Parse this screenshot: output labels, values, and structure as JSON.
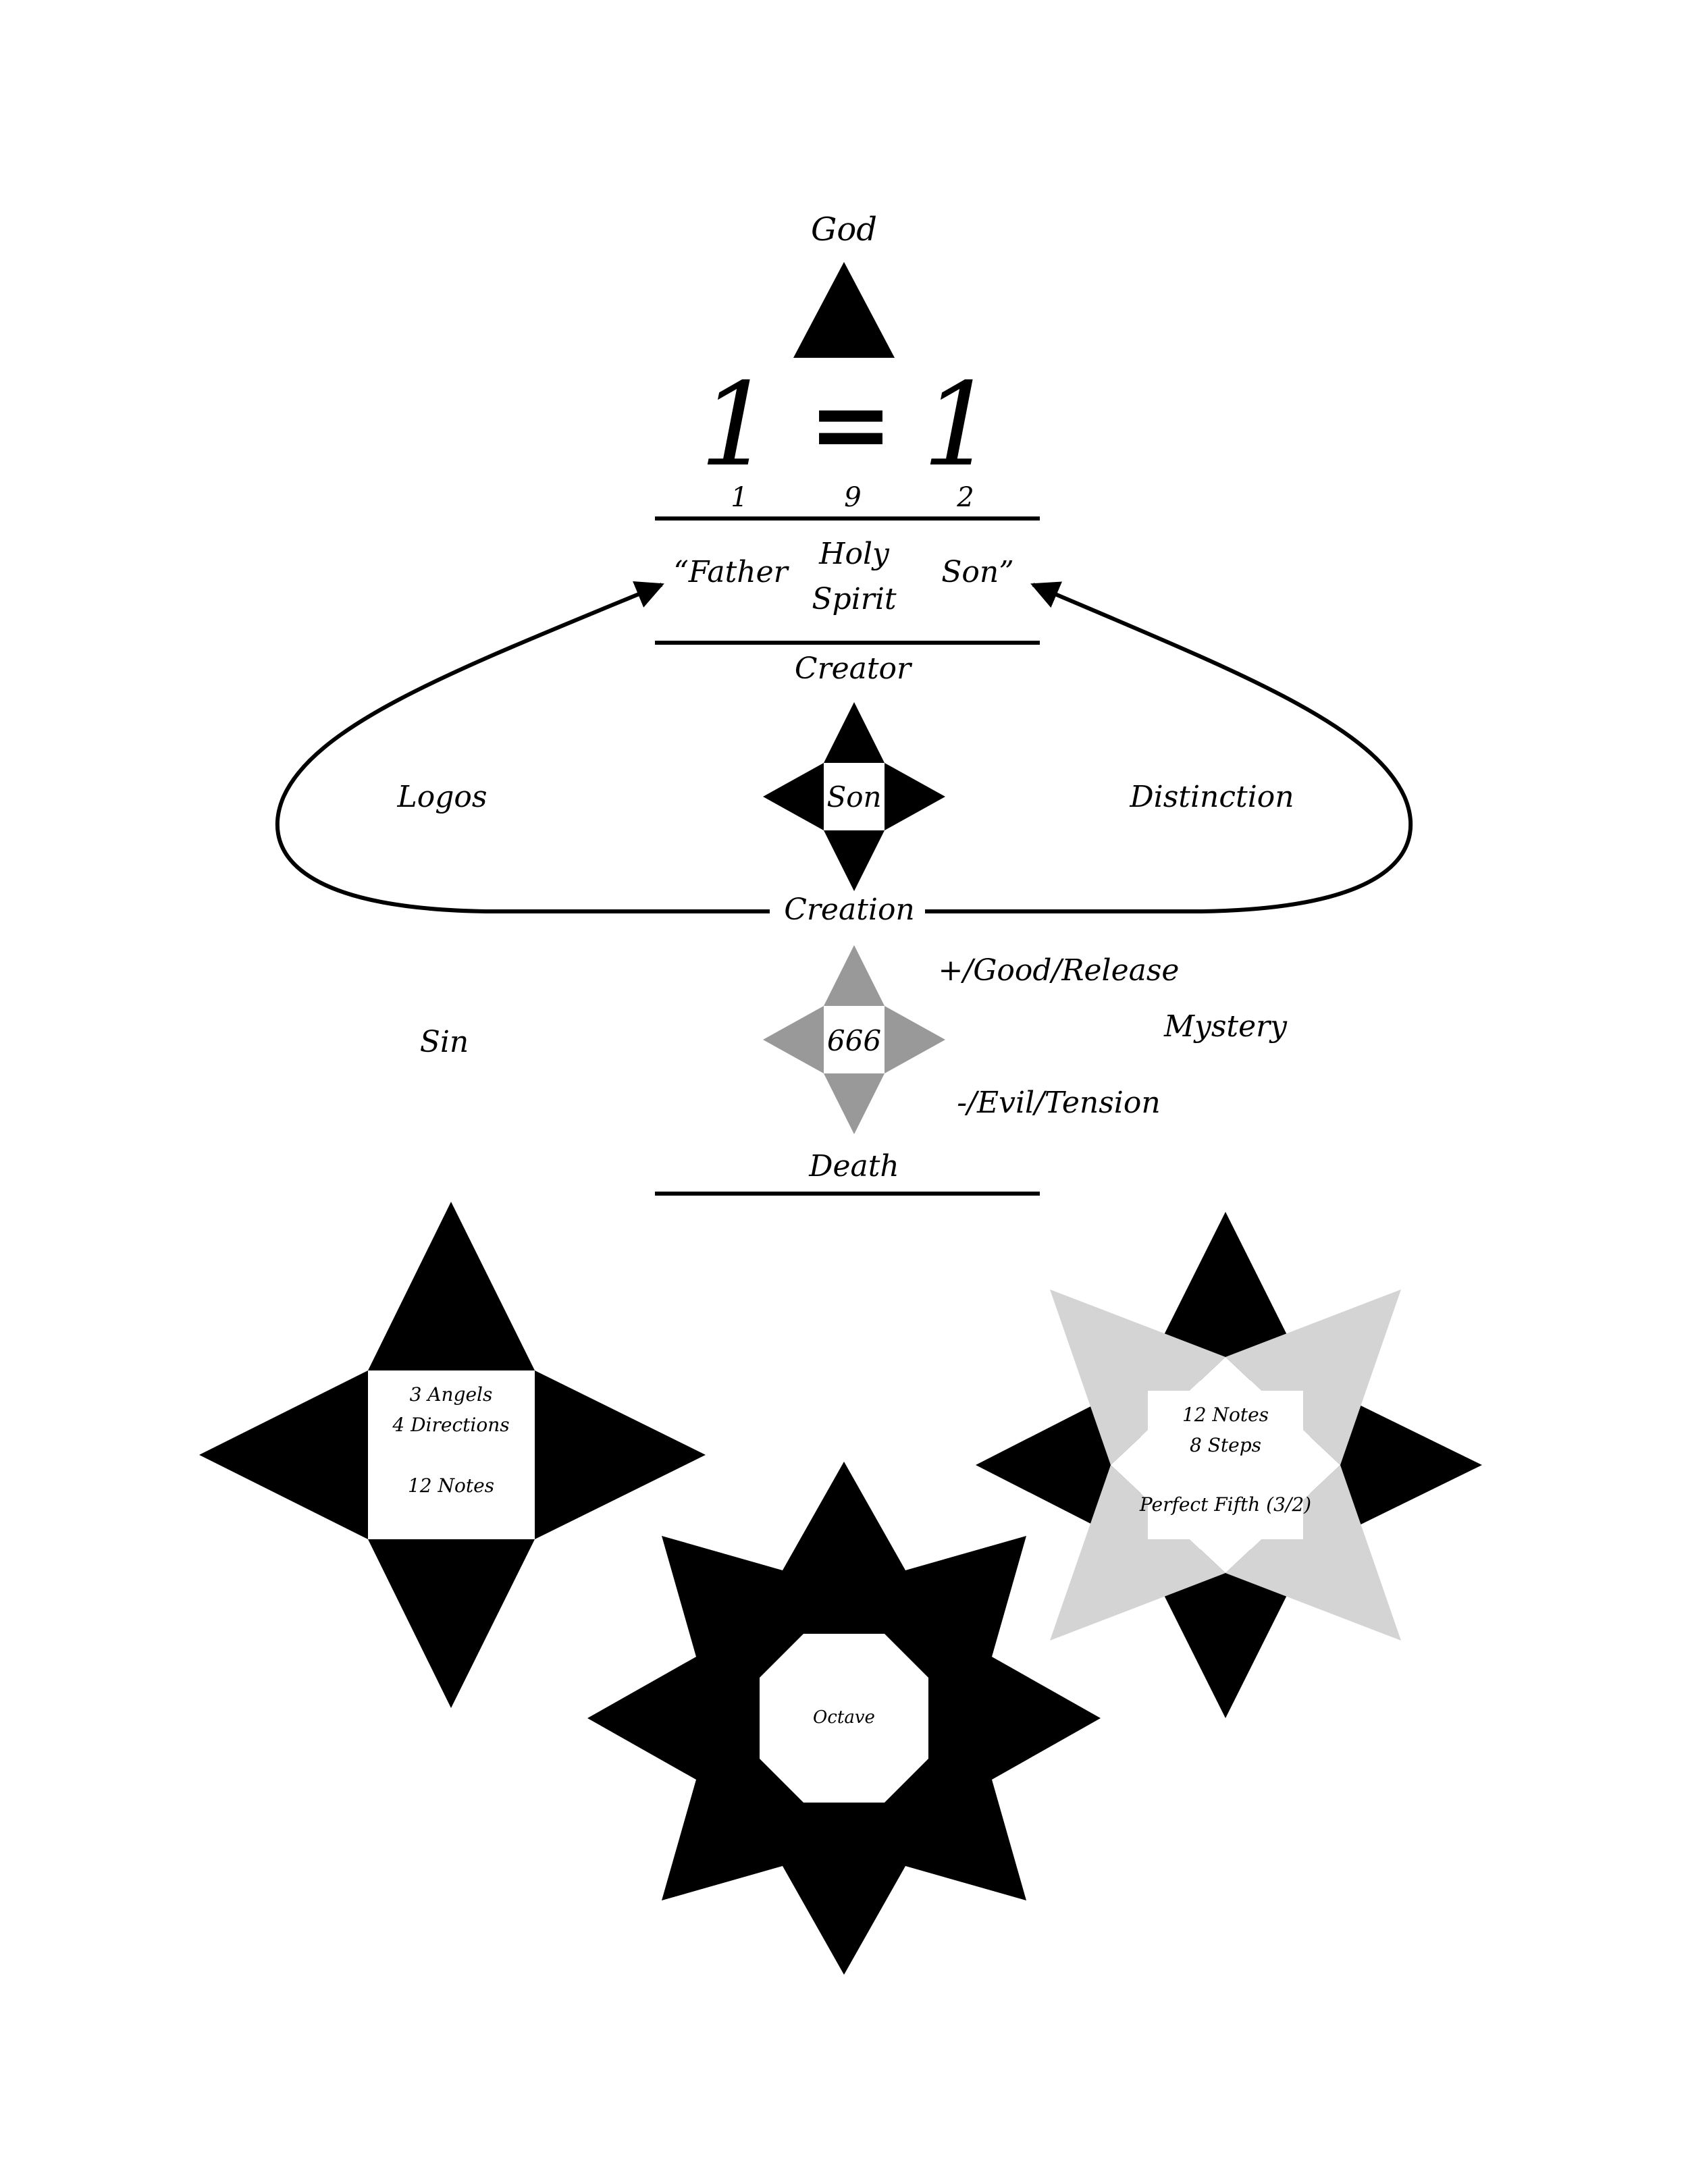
{
  "colors": {
    "ink": "#000000",
    "gray": "#999999",
    "light_gray": "#d4d4d4",
    "background": "#ffffff"
  },
  "top": {
    "god": "God",
    "eq_left": "1",
    "eq_sign": "=",
    "eq_right": "1",
    "num_a": "1",
    "num_b": "9",
    "num_c": "2",
    "father": "“Father",
    "holy": "Holy",
    "spirit": "Spirit",
    "son": "Son”"
  },
  "middle": {
    "creator": "Creator",
    "son_star": "Son",
    "logos": "Logos",
    "distinction": "Distinction",
    "creation": "Creation",
    "good": "+/Good/Release",
    "mystery": "Mystery",
    "sin": "Sin",
    "six": "666",
    "evil": "-/Evil/Tension",
    "death": "Death"
  },
  "bottom": {
    "left_star": {
      "line1": "3 Angels",
      "line2": "4 Directions",
      "line3": "12 Notes"
    },
    "center_star": {
      "label": "Octave"
    },
    "right_star": {
      "line1": "12 Notes",
      "line2": "8 Steps",
      "line3": "Perfect Fifth (3/2)"
    }
  }
}
